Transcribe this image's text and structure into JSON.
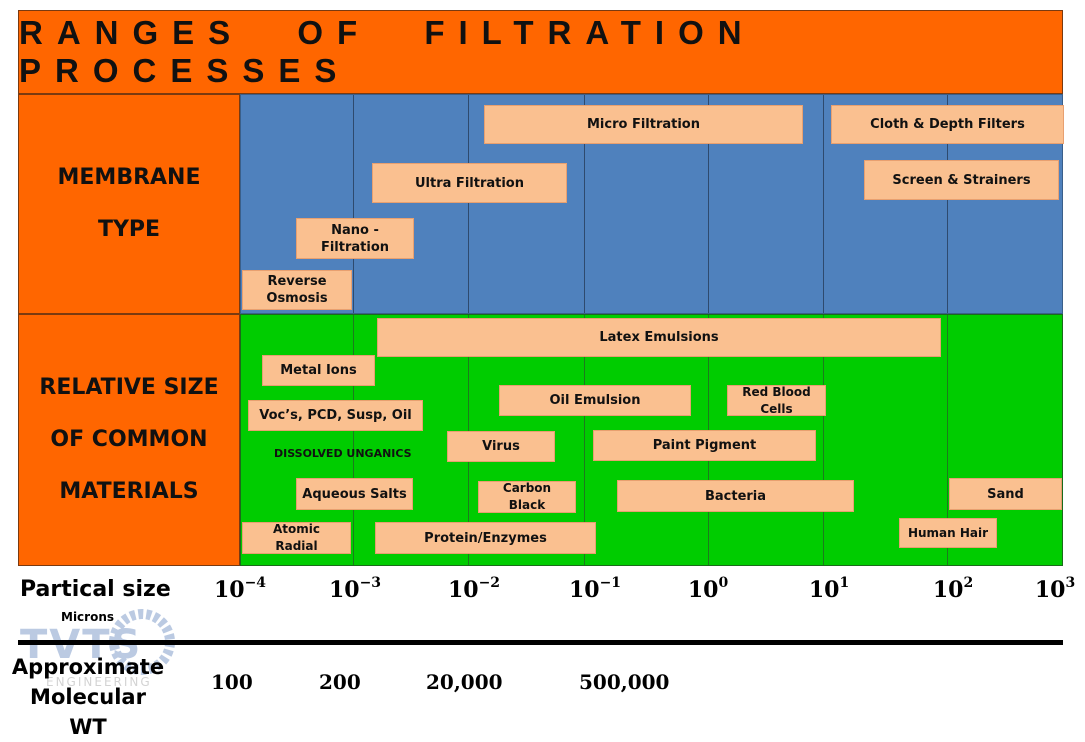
{
  "title": "RANGES OF FILTRATION PROCESSES",
  "side_labels": {
    "membrane": "MEMBRANE\nTYPE",
    "materials": "RELATIVE SIZE\nOF COMMON\nMATERIALS"
  },
  "membrane_types": [
    "Micro Filtration",
    "Cloth & Depth Filters",
    "Ultra Filtration",
    "Screen & Strainers",
    "Nano -\nFiltration",
    "Reverse\nOsmosis"
  ],
  "materials": [
    "Latex Emulsions",
    "Metal Ions",
    "Oil Emulsion",
    "Red Blood\nCells",
    "Voc’s, PCD, Susp, Oil",
    "Virus",
    "Paint Pigment",
    "Aqueous Salts",
    "Carbon\nBlack",
    "Bacteria",
    "Sand",
    "Atomic\nRadial",
    "Protein/Enzymes",
    "Human Hair"
  ],
  "dissolved_label": "DISSOLVED UNGANICS",
  "axis": {
    "label": "Partical size",
    "units": "Microns",
    "base": "10",
    "exponents": [
      "−4",
      "−3",
      "−2",
      "−1",
      "0",
      "1",
      "2",
      "3"
    ]
  },
  "molecular_weight": {
    "label": "Approximate\nMolecular WT",
    "values": [
      "100",
      "200",
      "20,000",
      "500,000"
    ]
  },
  "colors": {
    "header_orange": "#ff6600",
    "membrane_panel_blue": "#4f81bd",
    "materials_panel_green": "#00cc00",
    "box_peach": "#fac090"
  }
}
